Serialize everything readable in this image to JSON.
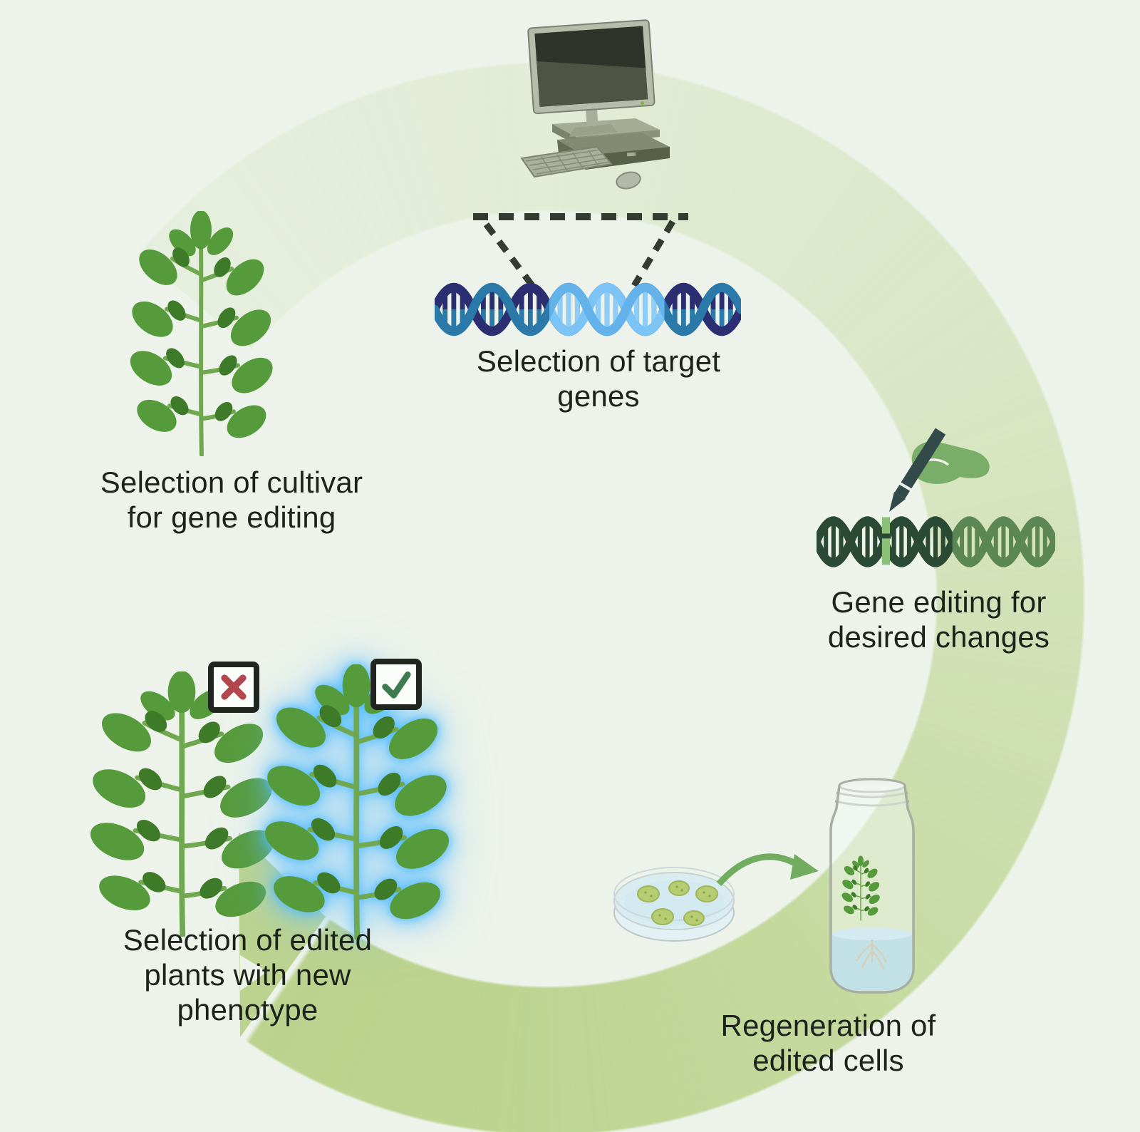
{
  "diagram_title_visible": false,
  "background_color": "#edf3ea",
  "cycle": {
    "shape": "circular-arrow",
    "direction": "clockwise",
    "band_color": "#cadcab",
    "arrowhead_position": "bottom-left"
  },
  "steps": {
    "cultivar": {
      "label": "Selection of cultivar\nfor gene editing"
    },
    "target_genes": {
      "label": "Selection of target\ngenes"
    },
    "gene_editing": {
      "label": "Gene editing for\ndesired changes"
    },
    "regeneration": {
      "label": "Regeneration of\nedited cells"
    },
    "edited_plants": {
      "label": "Selection of edited\nplants with new\nphenotype"
    }
  },
  "icons": {
    "computer": {
      "name": "desktop-computer-icon",
      "body": "#8f957e",
      "screen": "#2f342b"
    },
    "dna_target": {
      "name": "dna-helix-icon",
      "strand_navy": "#2b2f72",
      "strand_teal": "#2a79a8",
      "highlight": "#7cc3f6"
    },
    "hand_pen": {
      "name": "hand-editing-dna-icon",
      "hand": "#79ad68",
      "pen": "#324a49"
    },
    "dna_green": {
      "name": "dna-helix-green-icon",
      "dark": "#2b4a35",
      "medium": "#5b8755",
      "edited_base": "#8cc178"
    },
    "plant": {
      "name": "soybean-plant-icon",
      "leaf": "#569b3b",
      "leaf_dark": "#3e7b29",
      "stem": "#6fa84e"
    },
    "petri_dish": {
      "name": "petri-dish-icon",
      "liquid": "#d2e9f0",
      "callus": "#b7cc70"
    },
    "transfer_arrow": {
      "name": "curved-arrow-icon",
      "color": "#72ac5e"
    },
    "jar": {
      "name": "culture-jar-icon",
      "liquid": "#bfdfe8"
    },
    "cross_mark": {
      "name": "cross-mark-icon",
      "color": "#b2484d"
    },
    "check_mark": {
      "name": "check-mark-icon",
      "color": "#3d7c4c"
    },
    "glow_color": "#50beff"
  }
}
